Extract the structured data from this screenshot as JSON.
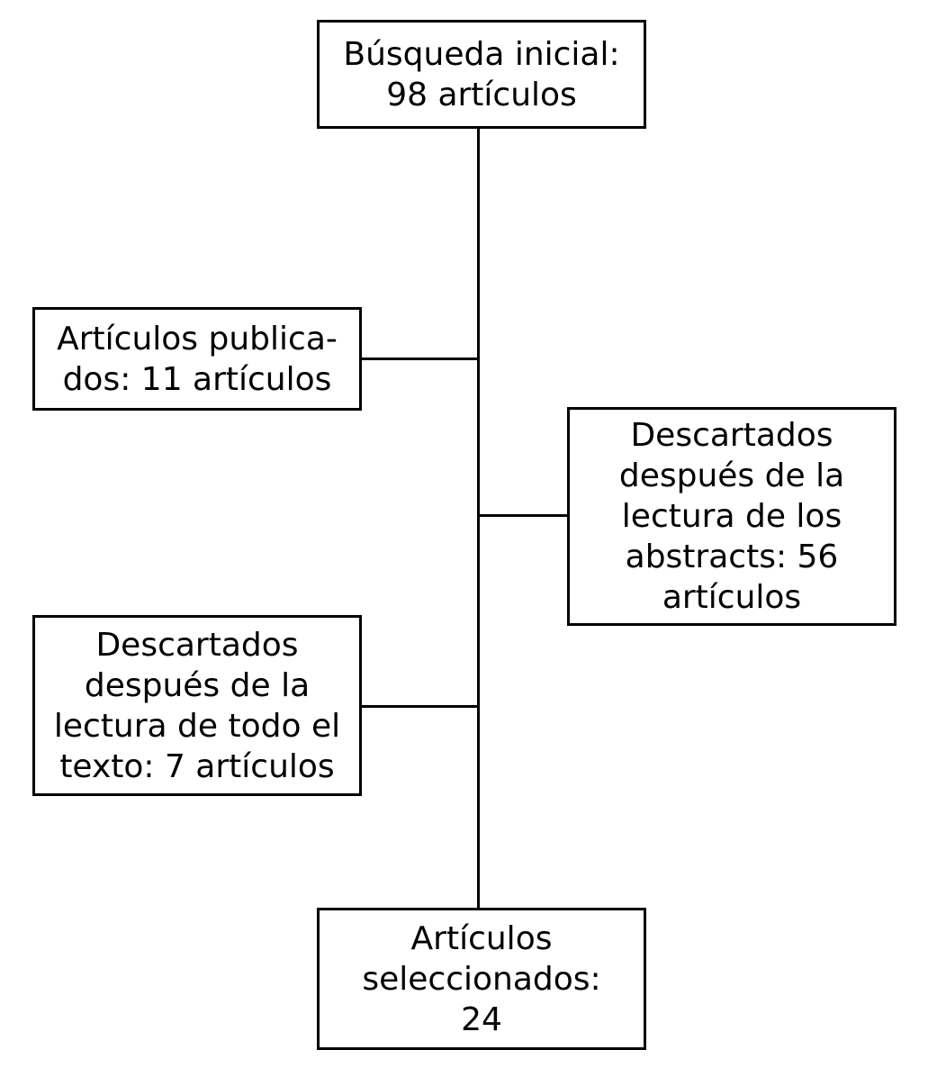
{
  "diagram": {
    "type": "flowchart",
    "topic": "Article selection flow (systematic review, Spanish)",
    "colors": {
      "border": "#000000",
      "text": "#000000",
      "background": "#ffffff"
    },
    "boxes": {
      "busqueda_inicial": {
        "count": 98,
        "lines": [
          "Búsqueda inicial:",
          "98 artículos"
        ]
      },
      "articulos_publicados": {
        "count": 11,
        "lines": [
          "Artículos publica-",
          "dos: 11 artículos"
        ]
      },
      "descartados_abstracts": {
        "count": 56,
        "lines": [
          "Descartados",
          "después de la",
          "lectura de los",
          "abstracts: 56",
          "artículos"
        ]
      },
      "descartados_texto": {
        "count": 7,
        "lines": [
          "Descartados",
          "después de la",
          "lectura de todo el",
          "texto: 7 artículos"
        ]
      },
      "articulos_seleccionados": {
        "count": 24,
        "lines": [
          "Artículos",
          "seleccionados:",
          "24"
        ]
      }
    },
    "flow": [
      {
        "from": "busqueda_inicial",
        "to": "articulos_publicados",
        "side": "left"
      },
      {
        "from": "busqueda_inicial",
        "to": "descartados_abstracts",
        "side": "right"
      },
      {
        "from": "busqueda_inicial",
        "to": "descartados_texto",
        "side": "left"
      },
      {
        "from": "busqueda_inicial",
        "to": "articulos_seleccionados",
        "side": "bottom"
      }
    ]
  }
}
